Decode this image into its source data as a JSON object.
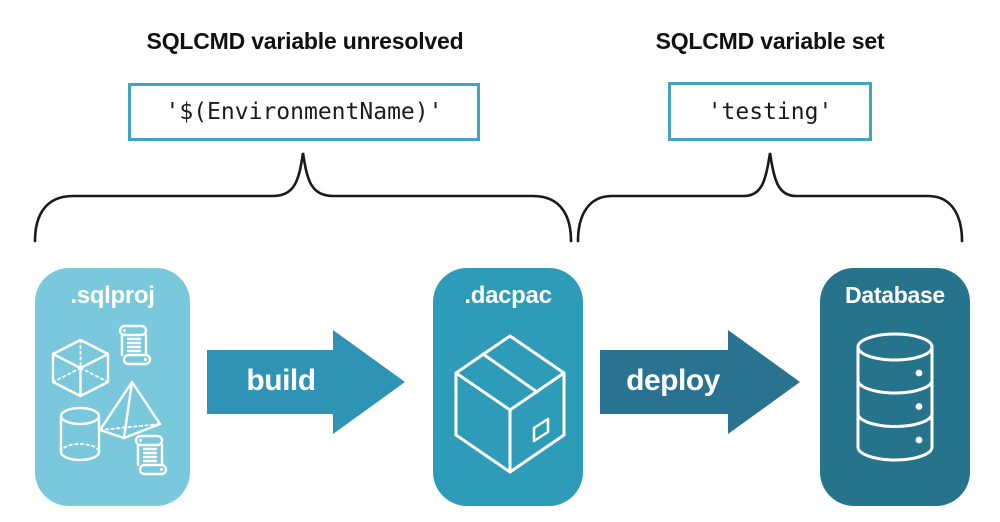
{
  "annotations": {
    "unresolved": {
      "heading": "SQLCMD variable unresolved",
      "value": "'$(EnvironmentName)'"
    },
    "resolved": {
      "heading": "SQLCMD variable set",
      "value": "'testing'"
    }
  },
  "pipeline": {
    "stages": [
      {
        "id": "sqlproj",
        "label": ".sqlproj",
        "color": "#7AC8DC",
        "icon": "sql-project-objects-icon"
      },
      {
        "id": "dacpac",
        "label": ".dacpac",
        "color": "#2E9CB8",
        "icon": "package-box-icon"
      },
      {
        "id": "database",
        "label": "Database",
        "color": "#25748B",
        "icon": "database-cylinder-icon"
      }
    ],
    "arrows": [
      {
        "id": "build",
        "label": "build",
        "color": "#2E93B4"
      },
      {
        "id": "deploy",
        "label": "deploy",
        "color": "#2A7390"
      }
    ]
  },
  "colors": {
    "background": "#FFFFFF",
    "heading_text": "#111111",
    "code_text": "#1B1B1B",
    "code_box_border": "#41A5C2",
    "brace_stroke": "#1A1A1A",
    "icon_stroke": "#FFFFFF"
  }
}
